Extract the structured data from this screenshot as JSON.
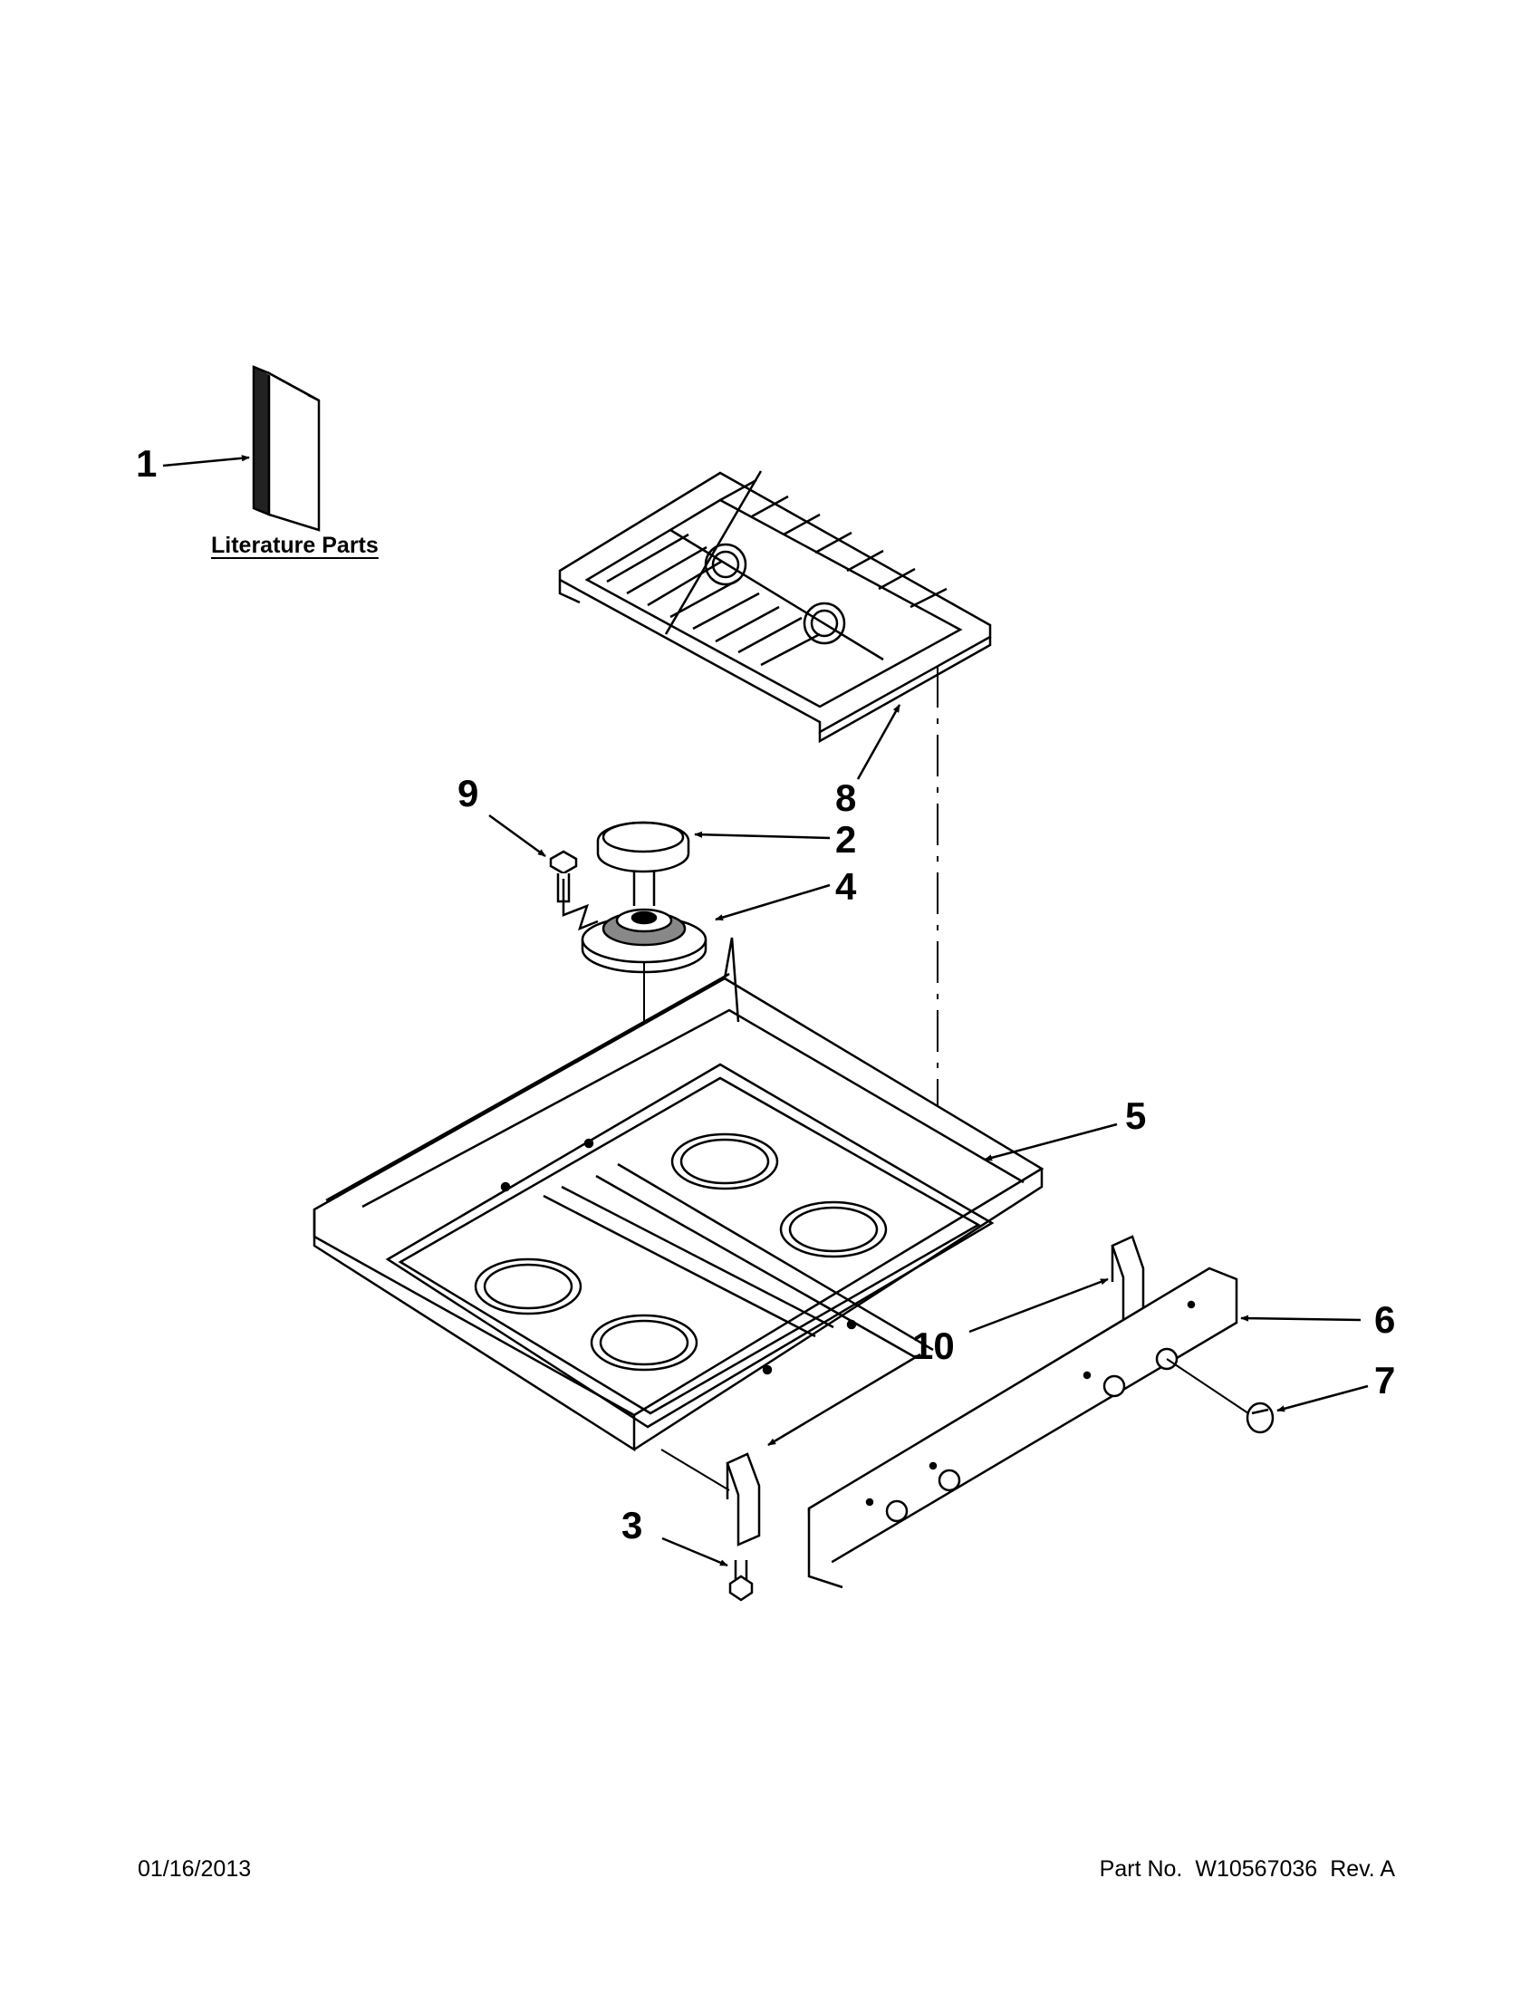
{
  "callouts": {
    "c1": "1",
    "c2": "2",
    "c3": "3",
    "c4": "4",
    "c5": "5",
    "c6": "6",
    "c7": "7",
    "c8": "8",
    "c9": "9",
    "c10": "10"
  },
  "literature_label": "Literature Parts",
  "footer": {
    "date": "01/16/2013",
    "part_label": "Part No.",
    "part_number": "W10567036",
    "revision": "Rev. A"
  }
}
